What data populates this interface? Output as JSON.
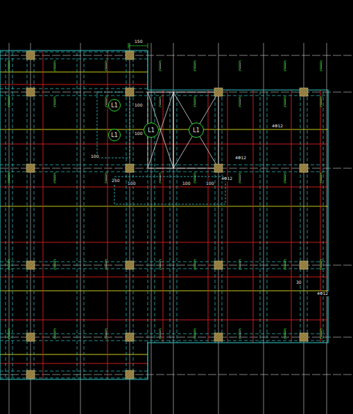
{
  "diagram": {
    "nodes": [
      {
        "text": [
          "L1"
        ]
      },
      {
        "text": [
          "L1"
        ]
      },
      {
        "text": [
          "L1"
        ]
      },
      {
        "text": [
          "L1"
        ]
      }
    ],
    "labels": [
      "150",
      "100",
      "100",
      "4Φ12",
      "4Φ12",
      "250",
      "100",
      "100",
      "100",
      "4Φ12",
      "4Φ12",
      "30",
      "100"
    ]
  }
}
